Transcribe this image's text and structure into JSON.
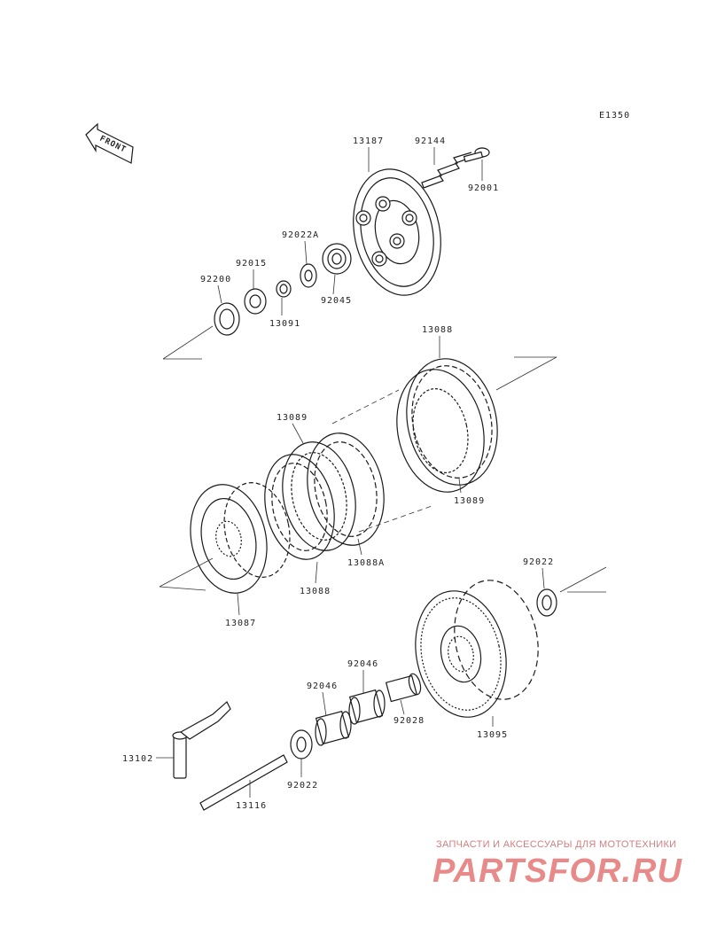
{
  "diagram_code": "E1350",
  "direction_label": "FRONT",
  "parts": [
    {
      "id": "13187"
    },
    {
      "id": "92144"
    },
    {
      "id": "92001"
    },
    {
      "id": "92022A"
    },
    {
      "id": "92015"
    },
    {
      "id": "92200"
    },
    {
      "id": "13091"
    },
    {
      "id": "92045"
    },
    {
      "id": "13088"
    },
    {
      "id": "13089"
    },
    {
      "id": "13089"
    },
    {
      "id": "13088A"
    },
    {
      "id": "13088"
    },
    {
      "id": "13087"
    },
    {
      "id": "92022"
    },
    {
      "id": "13095"
    },
    {
      "id": "92046"
    },
    {
      "id": "92046"
    },
    {
      "id": "92028"
    },
    {
      "id": "13102"
    },
    {
      "id": "92022"
    },
    {
      "id": "13116"
    }
  ],
  "watermark": {
    "tagline": "ЗАПЧАСТИ И АКСЕССУАРЫ ДЛЯ МОТОТЕХНИКИ",
    "brand": "PARTSFOR.RU"
  }
}
